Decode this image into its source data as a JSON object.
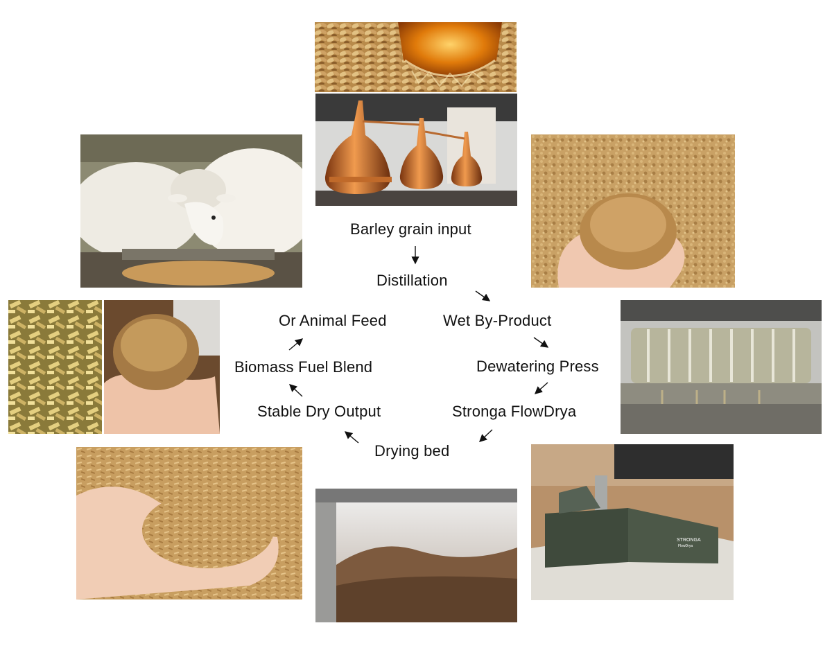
{
  "steps": {
    "barley": "Barley grain input",
    "distillation": "Distillation",
    "wet": "Wet By-Product",
    "dewatering": "Dewatering Press",
    "flowdrya": "Stronga FlowDrya",
    "drying_bed": "Drying bed",
    "stable": "Stable Dry Output",
    "biomass": "Biomass Fuel Blend",
    "feed": "Or Animal Feed"
  },
  "machine": {
    "brand": "STRONGA",
    "model": "FlowDrya"
  }
}
